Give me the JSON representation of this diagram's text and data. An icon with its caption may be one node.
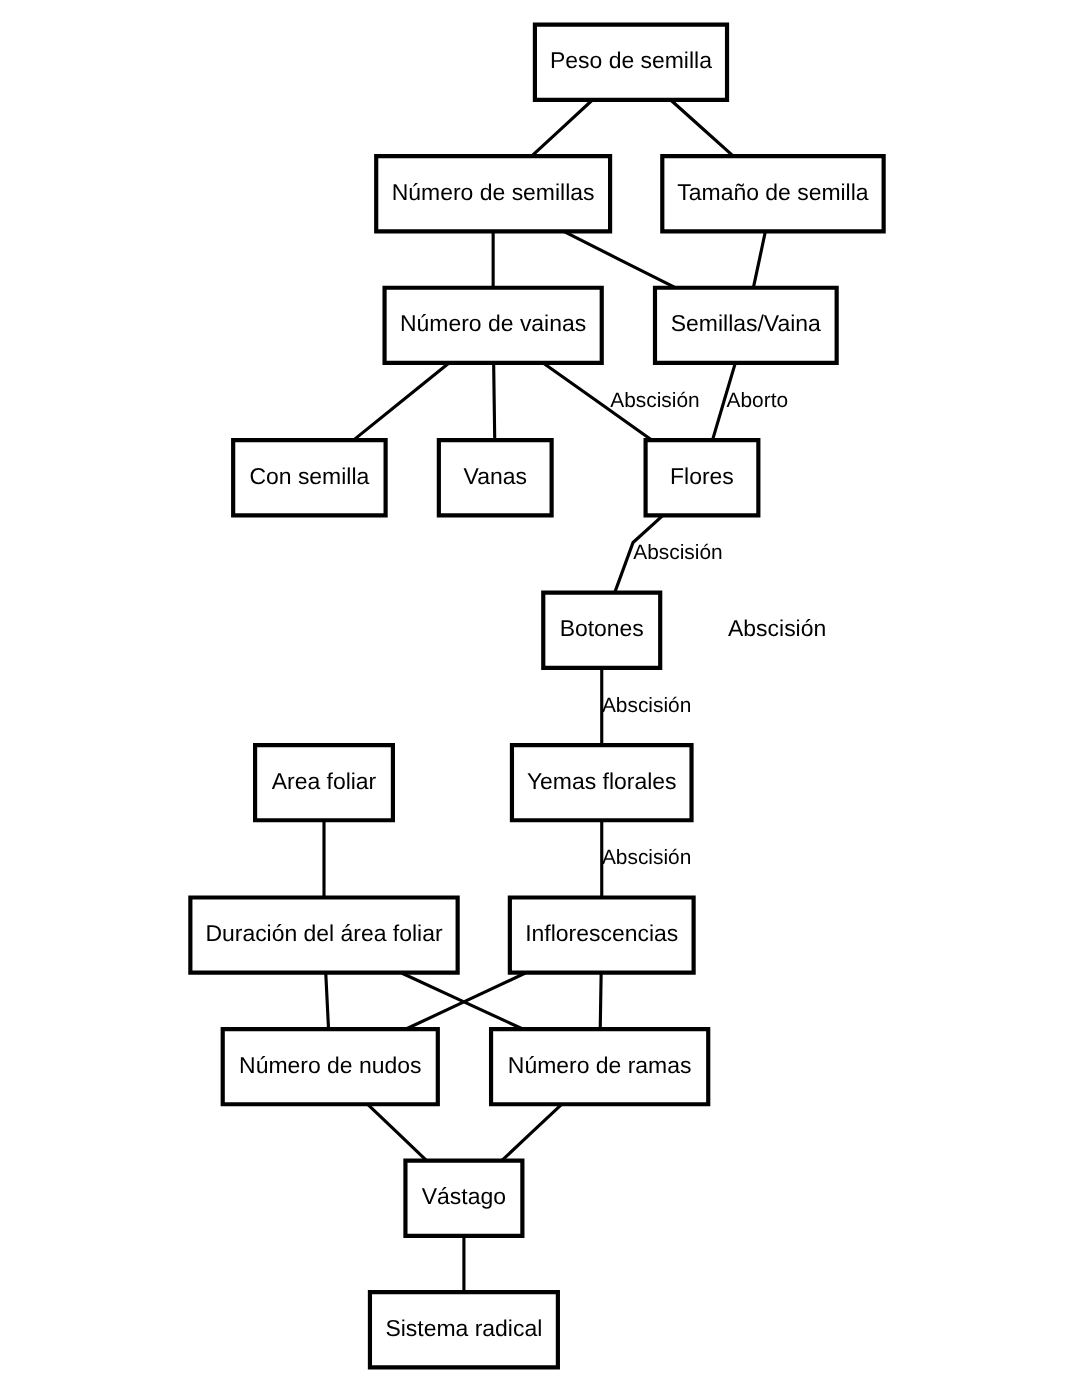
{
  "diagram": {
    "nodes": [
      {
        "text": [
          "Peso de semilla"
        ]
      },
      {
        "text": [
          "Número de semillas"
        ]
      },
      {
        "text": [
          "Tamaño de semilla"
        ]
      },
      {
        "text": [
          "Vanas"
        ]
      },
      {
        "text": [
          "Número de vainas"
        ]
      },
      {
        "text": [
          "Semillas/Vaina"
        ]
      },
      {
        "text": [
          "Con semilla"
        ]
      },
      {
        "text": [
          "Flores"
        ]
      },
      {
        "text": [
          "Botones"
        ]
      },
      {
        "text": [
          "Yemas florales"
        ]
      },
      {
        "text": [
          "Area foliar"
        ]
      },
      {
        "text": [
          "Duración del área foliar"
        ]
      },
      {
        "text": [
          "Inflorescencias"
        ]
      },
      {
        "text": [
          "Número de nudos"
        ]
      },
      {
        "text": [
          "Número de ramas"
        ]
      },
      {
        "text": [
          "Vástago"
        ]
      },
      {
        "text": [
          "Sistema radical"
        ]
      }
    ],
    "edges": [
      {
        "from": 0,
        "to": 1,
        "arrow": "none"
      },
      {
        "from": 0,
        "to": 2,
        "arrow": "none"
      },
      {
        "from": 1,
        "to": 4,
        "arrow": "none"
      },
      {
        "from": 1,
        "to": 5,
        "arrow": "none"
      },
      {
        "from": 2,
        "to": 5,
        "arrow": "none"
      },
      {
        "from": 4,
        "to": 3,
        "arrow": "none"
      },
      {
        "from": 4,
        "to": 6,
        "arrow": "none"
      },
      {
        "from": 4,
        "to": 7,
        "arrow": "none",
        "label": "Abscisión"
      },
      {
        "from": 5,
        "to": 7,
        "arrow": "none",
        "label": "Aborto"
      },
      {
        "from": 7,
        "to": 8,
        "arrow": "none",
        "label": "Abscisión"
      },
      {
        "from": 8,
        "to": 9,
        "arrow": "none",
        "label": "Abscisión"
      },
      {
        "from": 9,
        "to": 12,
        "arrow": "none",
        "label": "Abscisión"
      },
      {
        "from": 10,
        "to": 11,
        "arrow": "none"
      },
      {
        "from": 11,
        "to": 13,
        "arrow": "none"
      },
      {
        "from": 11,
        "to": 14,
        "arrow": "none"
      },
      {
        "from": 12,
        "to": 13,
        "arrow": "none"
      },
      {
        "from": 12,
        "to": 14,
        "arrow": "none"
      },
      {
        "from": 13,
        "to": 15,
        "arrow": "none"
      },
      {
        "from": 14,
        "to": 15,
        "arrow": "none"
      },
      {
        "from": 15,
        "to": 16,
        "arrow": "none"
      }
    ],
    "labels": [
      "Abscisión"
    ]
  }
}
